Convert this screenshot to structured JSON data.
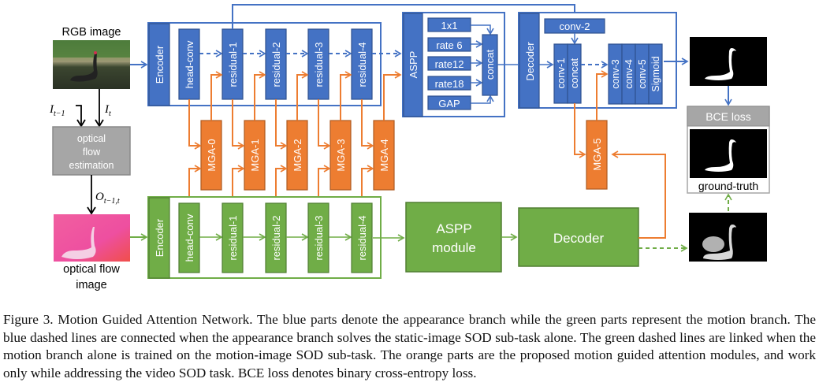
{
  "colors": {
    "appearance_blue": "#4472c4",
    "appearance_blue_dark": "#2f528f",
    "motion_green": "#70ad47",
    "motion_green_dark": "#507e32",
    "attention_orange": "#ed7d31",
    "attention_orange_dark": "#ae5a21",
    "gray": "#a6a6a6"
  },
  "inputs": {
    "rgb_label": "RGB image",
    "flow_label_line1": "optical flow",
    "flow_label_line2": "image",
    "i_prev": "I",
    "i_prev_sub": "t−1",
    "i_curr": "I",
    "i_curr_sub": "t",
    "flow_out": "O",
    "flow_out_sub": "t−1,t"
  },
  "optical_flow_box": {
    "line1": "optical",
    "line2": "flow",
    "line3": "estimation"
  },
  "appearance_branch": {
    "encoder": "Encoder",
    "stages": [
      "head-conv",
      "residual-1",
      "residual-2",
      "residual-3",
      "residual-4"
    ],
    "aspp": {
      "label": "ASPP",
      "branches": [
        "1x1",
        "rate 6",
        "rate12",
        "rate18",
        "GAP"
      ],
      "concat": "concat"
    },
    "decoder": {
      "label": "Decoder",
      "conv2": "conv-2",
      "left_stack": [
        "conv-1",
        "concat"
      ],
      "right_stack": [
        "conv-3",
        "conv-4",
        "conv-5",
        "Sigmoid"
      ]
    }
  },
  "attention_modules": [
    "MGA-0",
    "MGA-1",
    "MGA-2",
    "MGA-3",
    "MGA-4",
    "MGA-5"
  ],
  "motion_branch": {
    "encoder": "Encoder",
    "stages": [
      "head-conv",
      "residual-1",
      "residual-2",
      "residual-3",
      "residual-4"
    ],
    "aspp_line1": "ASPP",
    "aspp_line2": "module",
    "decoder": "Decoder"
  },
  "outputs": {
    "loss_label": "BCE loss",
    "ground_truth": "ground-truth"
  },
  "caption": "Figure 3. Motion Guided Attention Network. The blue parts denote the appearance branch while the green parts represent the motion branch. The blue dashed lines are connected when the appearance branch solves the static-image SOD sub-task alone. The green dashed lines are linked when the motion branch alone is trained on the motion-image SOD sub-task. The orange parts are the proposed motion guided attention modules, and work only while addressing the video SOD task. BCE loss denotes binary cross-entropy loss."
}
